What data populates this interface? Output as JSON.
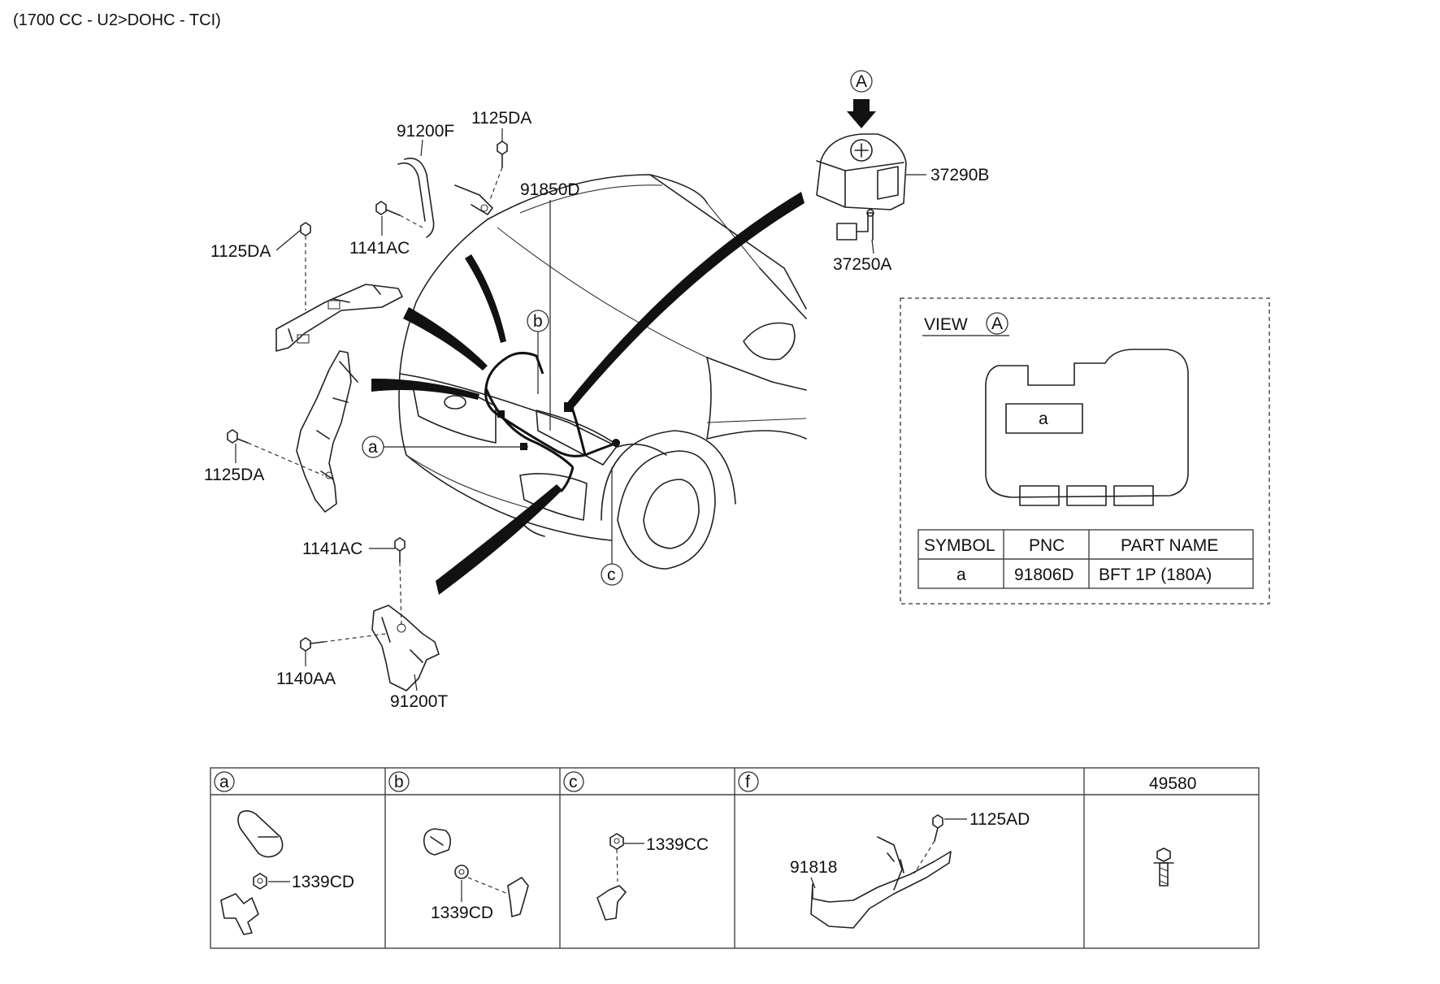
{
  "header": {
    "engine_spec": "(1700 CC - U2>DOHC - TCI)"
  },
  "callouts": {
    "p91200F": "91200F",
    "p1125DA_top": "1125DA",
    "p91850D": "91850D",
    "p1141AC_top": "1141AC",
    "p1125DA_mid": "1125DA",
    "p1125DA_low": "1125DA",
    "p1141AC_low": "1141AC",
    "p1140AA": "1140AA",
    "p91200T": "91200T",
    "p37290B": "37290B",
    "p37250A": "37250A",
    "ref_a": "a",
    "ref_b": "b",
    "ref_c": "c",
    "view_marker": "A"
  },
  "view_box": {
    "title": "VIEW",
    "marker": "A",
    "fuse_label": "a",
    "table": {
      "headers": [
        "SYMBOL",
        "PNC",
        "PART NAME"
      ],
      "rows": [
        [
          "a",
          "91806D",
          "BFT 1P (180A)"
        ]
      ]
    }
  },
  "detail_table": {
    "columns": [
      {
        "key": "a",
        "header": "a",
        "circled": true,
        "parts": [
          "1339CD"
        ]
      },
      {
        "key": "b",
        "header": "b",
        "circled": true,
        "parts": [
          "1339CD"
        ]
      },
      {
        "key": "c",
        "header": "c",
        "circled": true,
        "parts": [
          "1339CC"
        ]
      },
      {
        "key": "f",
        "header": "f",
        "circled": true,
        "parts": [
          "91818",
          "1125AD"
        ]
      },
      {
        "key": "49580",
        "header": "49580",
        "circled": false,
        "parts": []
      }
    ]
  }
}
